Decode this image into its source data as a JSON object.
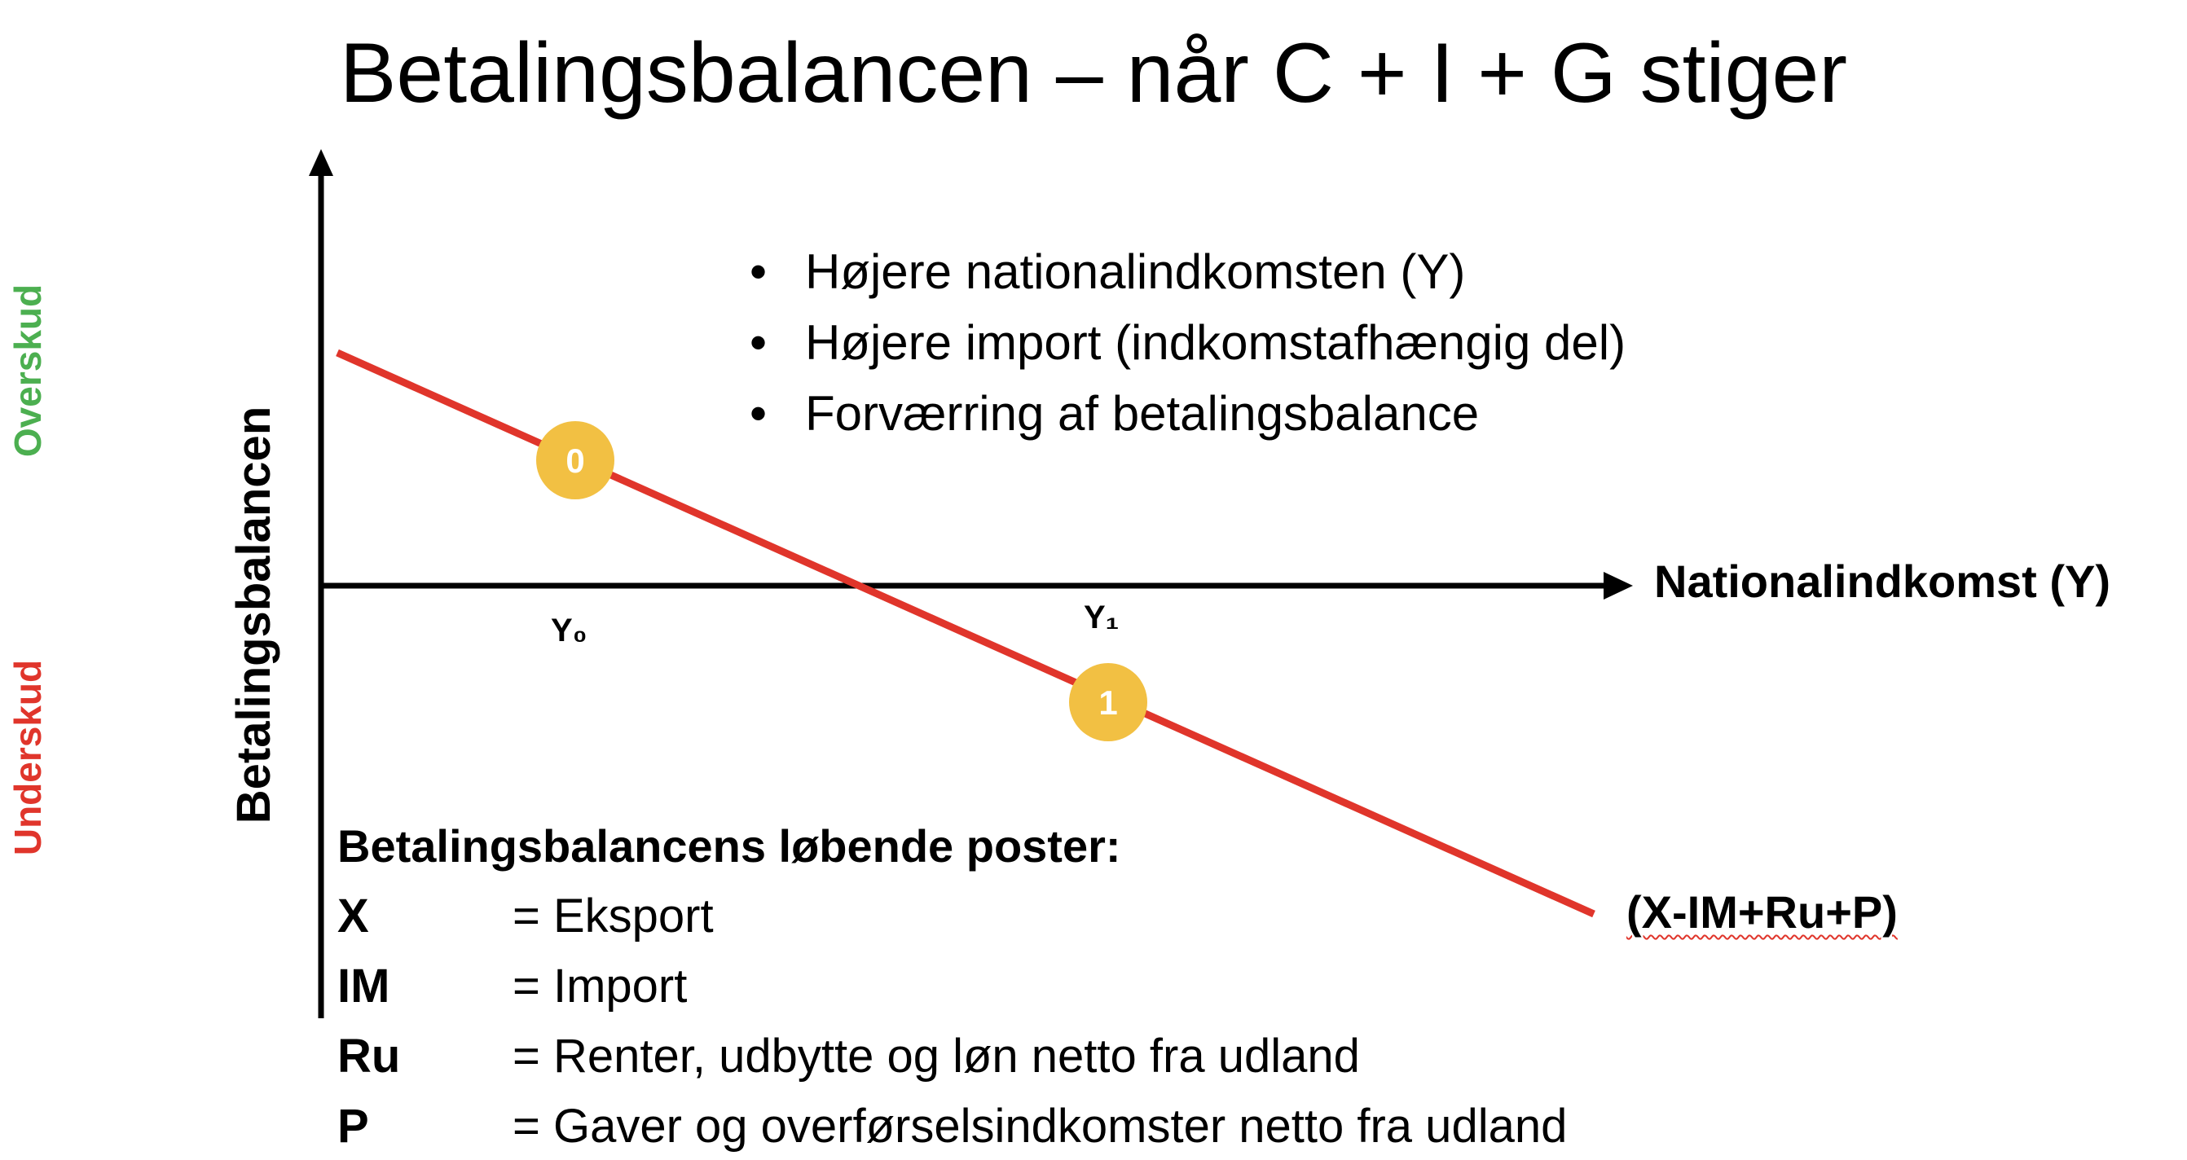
{
  "title": "Betalingsbalancen – når C + I + G stiger",
  "side_labels": {
    "surplus": "Overskud",
    "deficit": "Underskud"
  },
  "axes": {
    "y_label": "Betalingsbalancen",
    "x_label": "Nationalindkomst (Y)"
  },
  "ticks": {
    "y0": "Y₀",
    "y1": "Y₁"
  },
  "points": {
    "p0": "0",
    "p1": "1"
  },
  "bullets": [
    "Højere nationalindkomsten (Y)",
    "Højere import (indkomstafhængig del)",
    "Forværring af betalingsbalance"
  ],
  "curve_label": "(X-IM+Ru+P)",
  "legend": {
    "heading": "Betalingsbalancens løbende poster:",
    "rows": [
      {
        "symbol": "X",
        "description": "= Eksport"
      },
      {
        "symbol": "IM",
        "description": "= Import"
      },
      {
        "symbol": "Ru",
        "description": "= Renter, udbytte og løn netto fra udland"
      },
      {
        "symbol": "P",
        "description": "= Gaver og overførselsindkomster netto fra udland"
      }
    ]
  },
  "colors": {
    "surplus": "#4caf50",
    "deficit": "#e0352b",
    "curve": "#e0352b",
    "point_fill": "#f2c043",
    "point_text": "#ffffff",
    "axis": "#000000"
  }
}
